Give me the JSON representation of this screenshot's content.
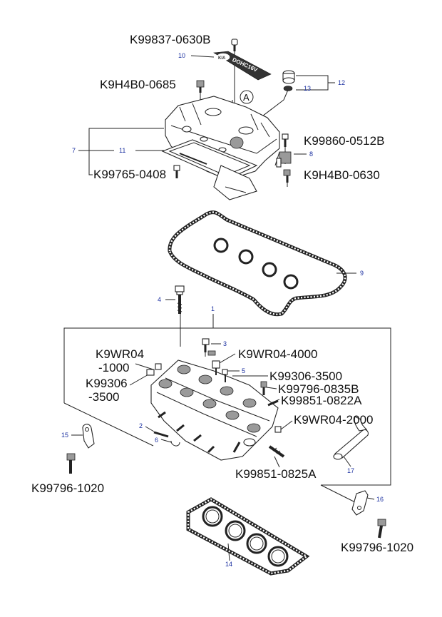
{
  "part_numbers": {
    "k99837": "K99837-0630B",
    "k9h4b0_0685": "K9H4B0-0685",
    "k99860": "K99860-0512B",
    "k99765": "K99765-0408",
    "k9h4b0_0630": "K9H4B0-0630",
    "k9wr04_4000": "K9WR04-4000",
    "k9wr04_1000_a": "K9WR04",
    "k9wr04_1000_b": "-1000",
    "k99306_3500": "K99306-3500",
    "k99306_a": "K99306",
    "k99306_b": "-3500",
    "k99796_0835": "K99796-0835B",
    "k99851_0822": "K99851-0822A",
    "k9wr04_2000": "K9WR04-2000",
    "k99796_1020_left": "K99796-1020",
    "k99851_0825": "K99851-0825A",
    "k99796_1020_right": "K99796-1020"
  },
  "callouts": {
    "c1": "1",
    "c2": "2",
    "c3": "3",
    "c4": "4",
    "c5": "5",
    "c6": "6",
    "c7": "7",
    "c8": "8",
    "c9": "9",
    "c10": "10",
    "c11": "11",
    "c12": "12",
    "c13": "13",
    "c14": "14",
    "c15": "15",
    "c16": "16",
    "c17": "17"
  },
  "markers": {
    "view_a": "A"
  },
  "labels": {
    "cover_emblem": "DOHC16V",
    "logo": "KIA"
  }
}
